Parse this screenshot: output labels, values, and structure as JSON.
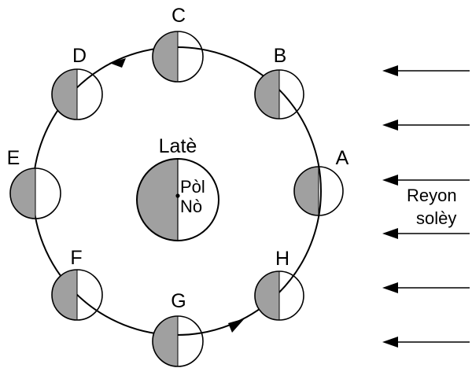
{
  "colors": {
    "shade": "#a0a0a0",
    "line": "#000000",
    "background": "#ffffff"
  },
  "earth": {
    "title": "Latè",
    "pole_line1": "Pòl",
    "pole_line2": "Nò"
  },
  "moon_positions": [
    {
      "id": "C",
      "label": "C"
    },
    {
      "id": "B",
      "label": "B"
    },
    {
      "id": "A",
      "label": "A"
    },
    {
      "id": "H",
      "label": "H"
    },
    {
      "id": "G",
      "label": "G"
    },
    {
      "id": "F",
      "label": "F"
    },
    {
      "id": "E",
      "label": "E"
    },
    {
      "id": "D",
      "label": "D"
    }
  ],
  "sun_rays": {
    "label_line1": "Reyon",
    "label_line2": "solèy",
    "count": 6
  }
}
